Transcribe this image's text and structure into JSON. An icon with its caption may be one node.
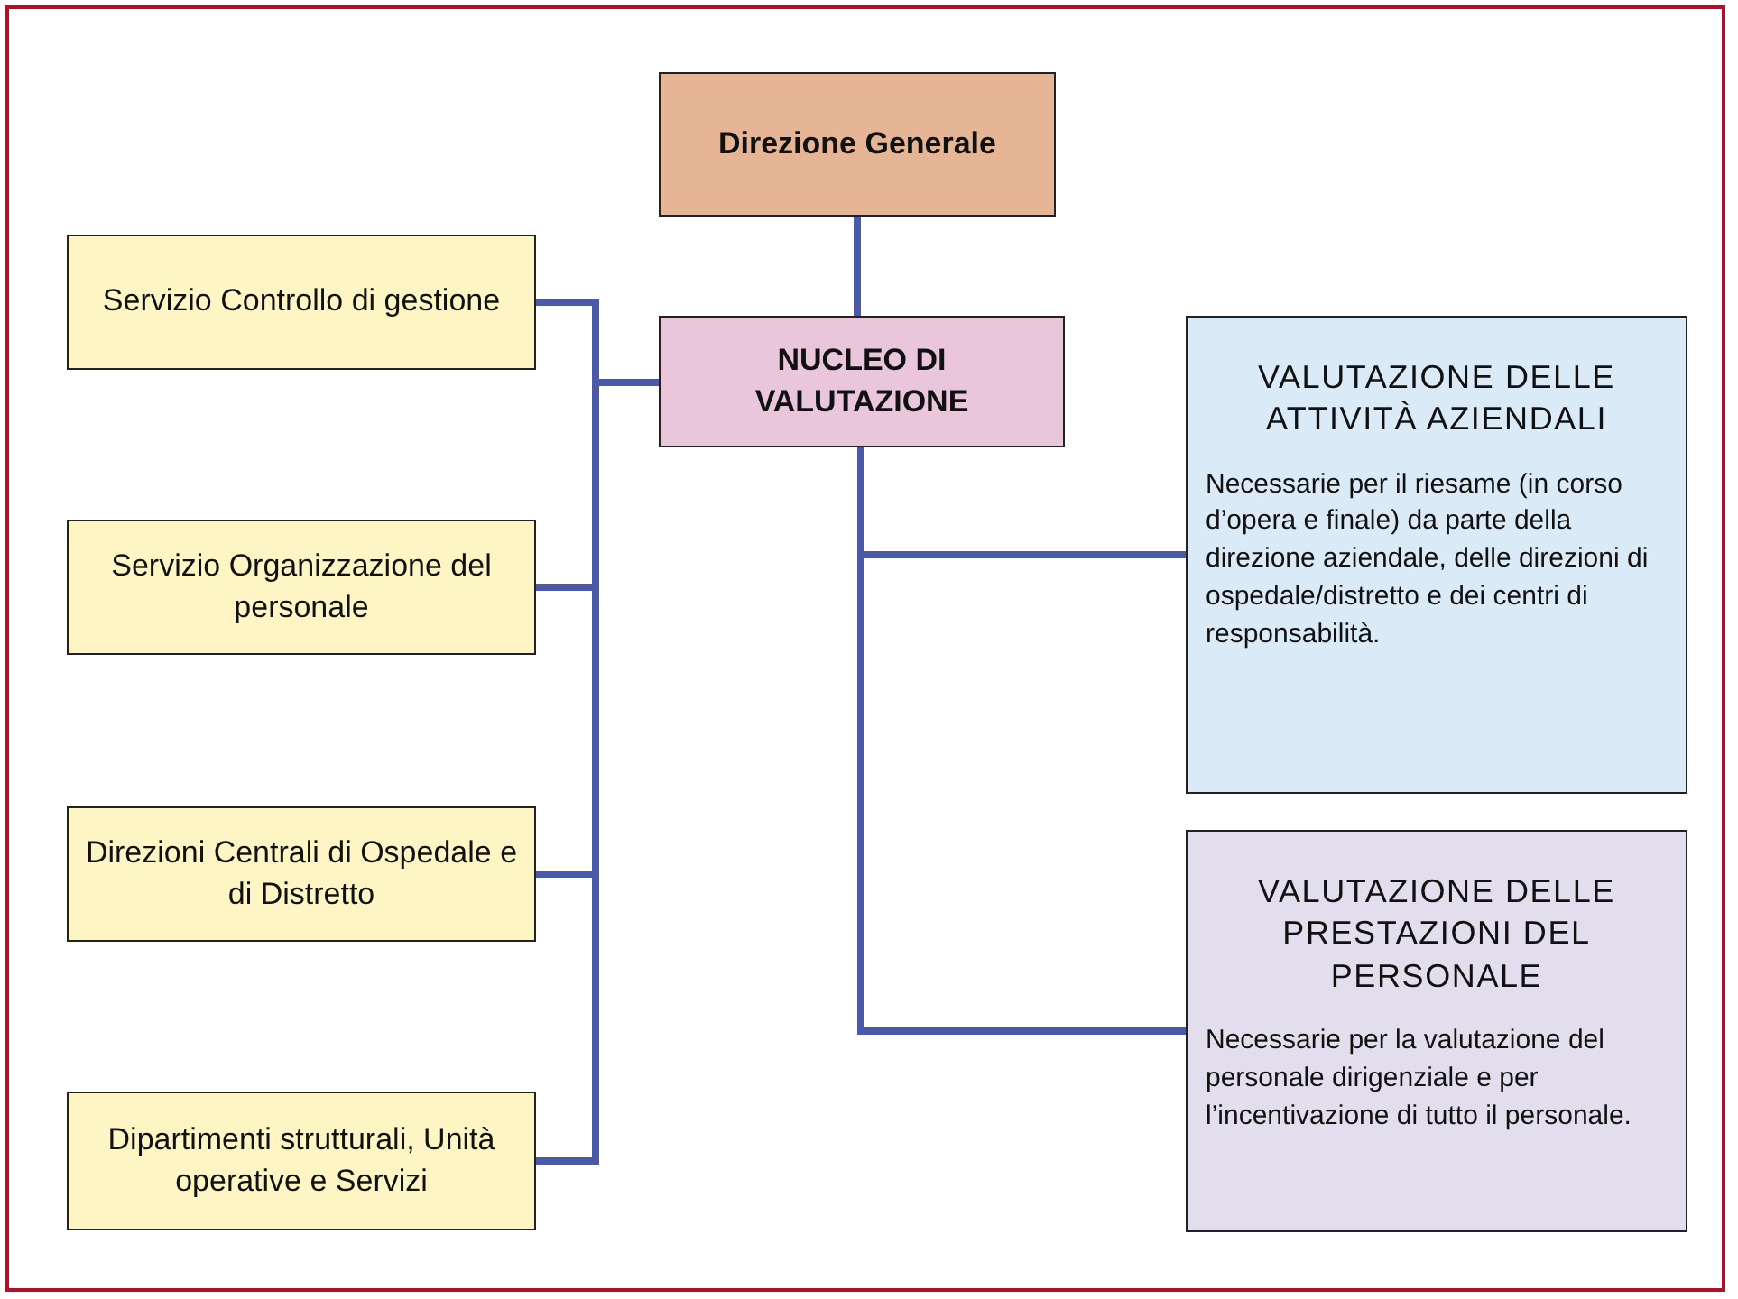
{
  "diagram": {
    "nodes": [
      {
        "text": [
          "Direzione Generale"
        ]
      },
      {
        "text": [
          "NUCLEO DI VALUTAZIONE"
        ]
      },
      {
        "text": [
          "Servizio Controllo di gestione"
        ]
      },
      {
        "text": [
          "Servizio Organizzazione del personale"
        ]
      },
      {
        "text": [
          "Direzioni Centrali di Ospedale e di Distretto"
        ]
      },
      {
        "text": [
          "Dipartimenti strutturali, Unità operative e Servizi"
        ]
      },
      {
        "text": [
          "VALUTAZIONE DELLE ATTIVITÀ AZIENDALI",
          "Necessarie per il riesame (in corso d’opera e finale) da parte della direzione aziendale, delle direzioni di ospedale/distretto e dei centri di responsabilità."
        ]
      },
      {
        "text": [
          "VALUTAZIONE DELLE PRESTAZIONI DEL PERSONALE",
          "Necessarie per la valutazione del personale dirigenziale e per l’incentivazione di tutto il personale."
        ]
      }
    ],
    "edges": [
      {
        "from": 0,
        "to": 1,
        "arrow": "none"
      },
      {
        "from": 1,
        "to": 2,
        "arrow": "none"
      },
      {
        "from": 1,
        "to": 3,
        "arrow": "none"
      },
      {
        "from": 1,
        "to": 4,
        "arrow": "none"
      },
      {
        "from": 1,
        "to": 5,
        "arrow": "none"
      },
      {
        "from": 1,
        "to": 6,
        "arrow": "none"
      },
      {
        "from": 1,
        "to": 7,
        "arrow": "none"
      }
    ]
  }
}
